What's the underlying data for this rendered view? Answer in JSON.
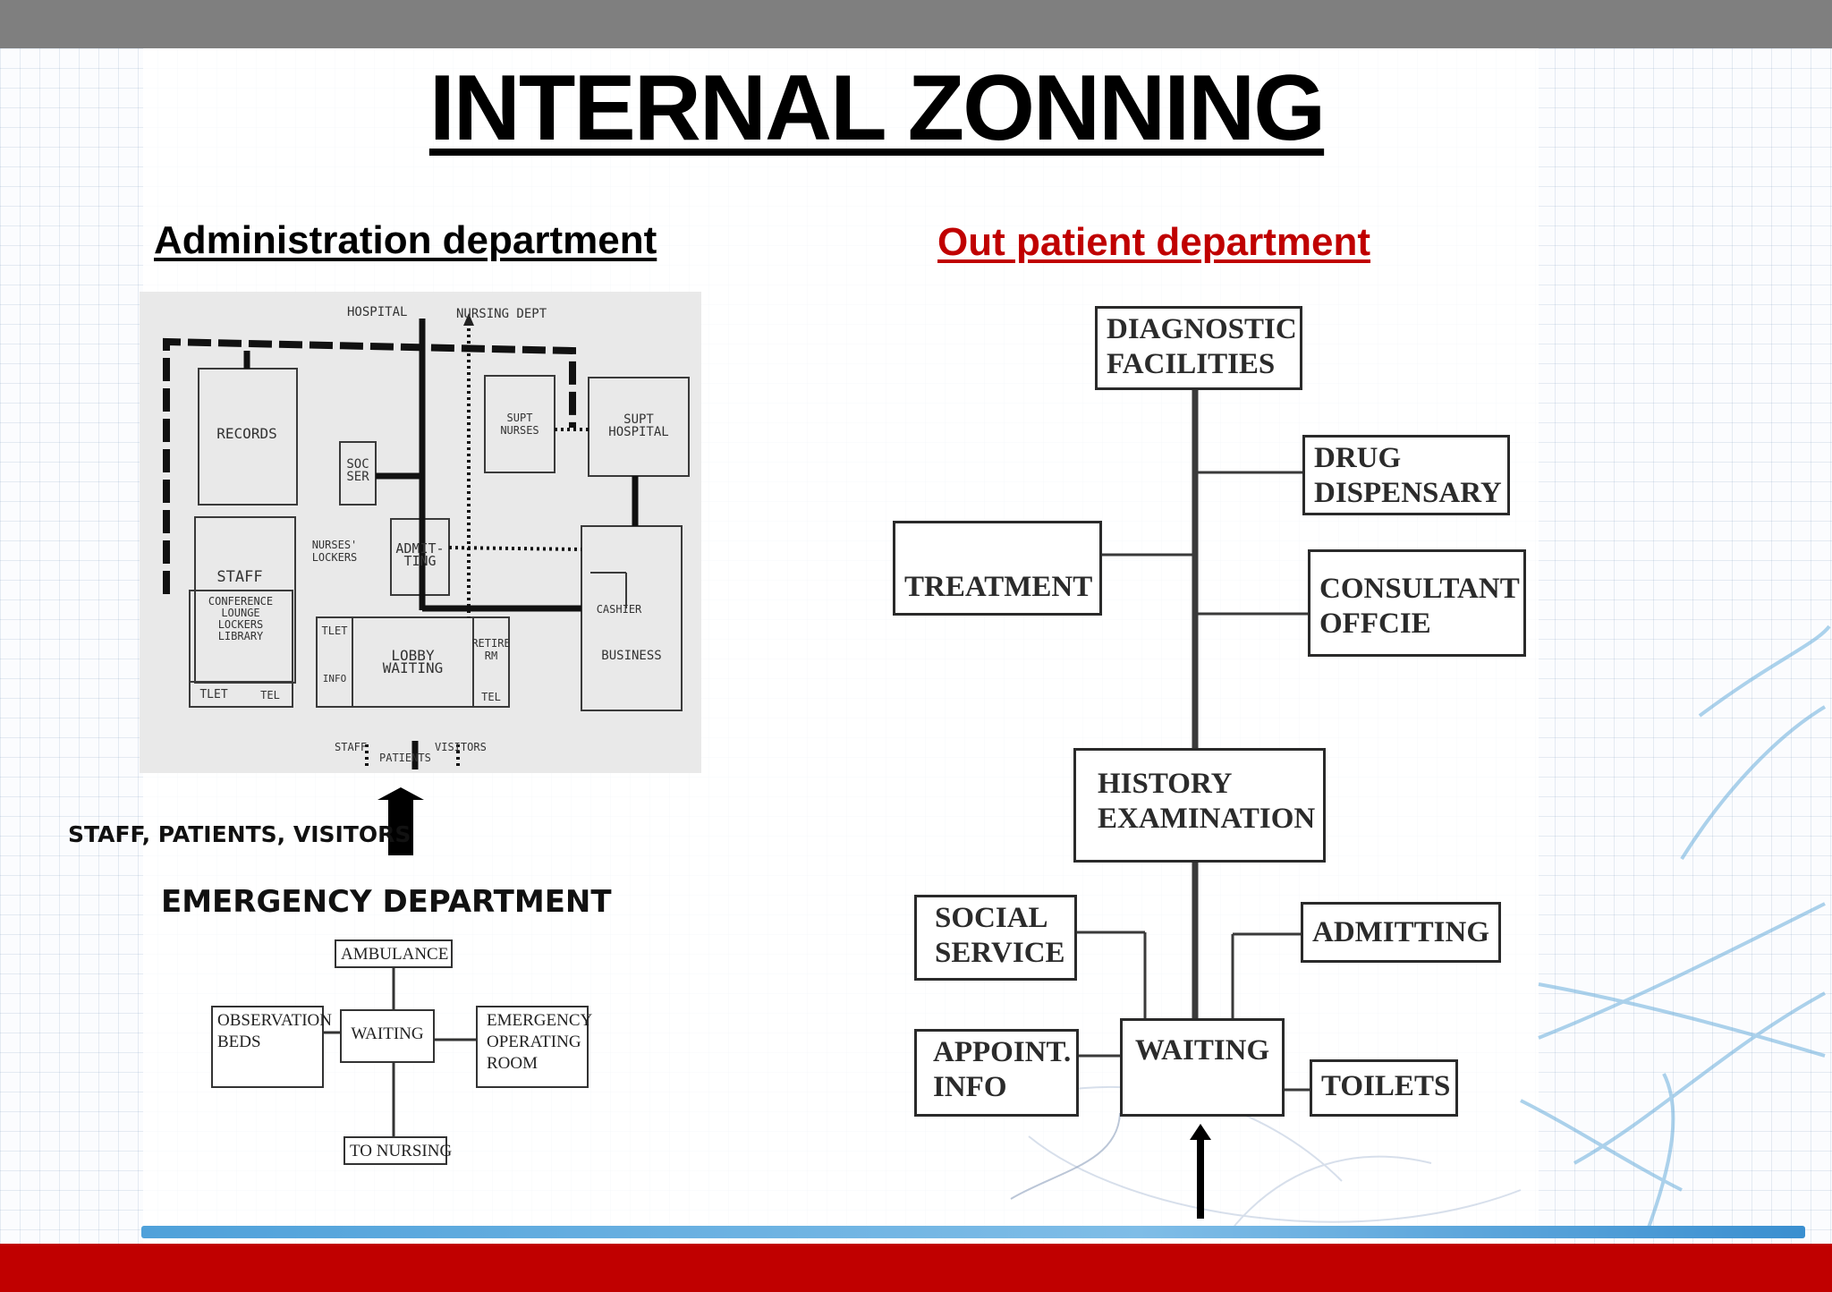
{
  "title": "INTERNAL ZONNING",
  "admin": {
    "heading": "Administration department",
    "plan_labels": {
      "hospital": "HOSPITAL",
      "nursing": "NURSING DEPT",
      "records": "RECORDS",
      "soc_ser": "SOC\nSER",
      "supt_nurses": "SUPT\nNURSES",
      "supt_hospital": "SUPT\nHOSPITAL",
      "nurses_lockers": "NURSES'\nLOCKERS",
      "admitting": "ADMIT-\nTING",
      "staff": "STAFF",
      "staff_sub": "CONFERENCE\nLOUNGE\nLOCKERS\nLIBRARY",
      "tlet1": "TLET",
      "info": "INFO",
      "lobby": "LOBBY\nWAITING",
      "retire": "RETIRE\nRM",
      "tel1": "TEL",
      "cashier": "CASHIER",
      "business": "BUSINESS",
      "tlet2": "TLET",
      "tel2": "TEL",
      "staff_bottom": "STAFF",
      "visitors": "VISITORS",
      "patients": "PATIENTS"
    },
    "entry_label": "STAFF, PATIENTS, VISITORS"
  },
  "emergency": {
    "heading": "EMERGENCY DEPARTMENT",
    "ambulance": "AMBULANCE",
    "observation": "OBSERVATION\nBEDS",
    "waiting": "WAITING",
    "emergency_or": "EMERGENCY\nOPERATING\nROOM",
    "to_nursing": "TO NURSING"
  },
  "opd": {
    "heading": "Out patient department",
    "heading_color": "#c00000",
    "diagnostic": "DIAGNOSTIC\nFACILITIES",
    "drug": "DRUG\nDISPENSARY",
    "treatment": "TREATMENT",
    "consultant": "CONSULTANT\nOFFCIE",
    "history": "HISTORY\nEXAMINATION",
    "social": "SOCIAL\nSERVICE",
    "admitting": "ADMITTING",
    "appoint": "APPOINT.\nINFO",
    "waiting": "WAITING",
    "toilets": "TOILETS"
  }
}
